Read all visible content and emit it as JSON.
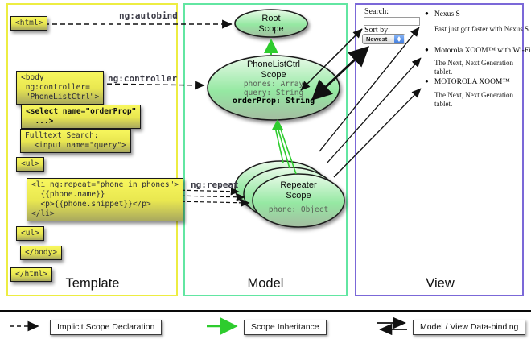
{
  "columns": {
    "template_label": "Template",
    "model_label": "Model",
    "view_label": "View"
  },
  "template": {
    "html_open": "<html>",
    "body_open": "<body\n ng:controller=\n \"PhoneListCtrl\">",
    "select_box": "<select name=\"orderProp\"\n  ...>",
    "fulltext_box": "Fulltext Search:\n  <input name=\"query\">",
    "ul_open": "<ul>",
    "li_repeat": "<li ng:repeat=\"phone in phones\">\n  {{phone.name}}\n  <p>{{phone.snippet}}</p>\n</li>",
    "ul_close": "<ul>",
    "body_close": "</body>",
    "html_close": "</html>",
    "label_autobind": "ng:autobind",
    "label_controller": "ng:controller",
    "label_repeat": "ng:repeat"
  },
  "model": {
    "root_scope_title": "Root\nScope",
    "phonelist_title": "PhoneListCtrl\nScope",
    "phonelist_props": "phones: Array\nquery: String",
    "phonelist_bold_prop": "orderProp: String",
    "repeater_title": "Repeater\nScope",
    "repeater_prop": "phone: Object"
  },
  "view": {
    "search_label": "Search:",
    "search_value": "",
    "sort_label": "Sort by:",
    "sort_value": "Newest",
    "items": [
      {
        "name": "Nexus S",
        "desc": "Fast just got faster with Nexus S."
      },
      {
        "name": "Motorola XOOM™ with Wi-Fi",
        "desc": "The Next, Next Generation tablet."
      },
      {
        "name": "MOTOROLA XOOM™",
        "desc": "The Next, Next Generation tablet."
      }
    ]
  },
  "legend": {
    "implicit": "Implicit Scope Declaration",
    "inheritance": "Scope Inheritance",
    "databinding": "Model / View Data-binding"
  },
  "colors": {
    "template_border": "#eded42",
    "model_border": "#62e6a2",
    "view_border": "#7b68d8",
    "code_box_yellow": "#f0ef4e",
    "scope_green": "#8ce89a",
    "inheritance_arrow_green": "#2ecc2e",
    "arrow_black": "#111111"
  }
}
